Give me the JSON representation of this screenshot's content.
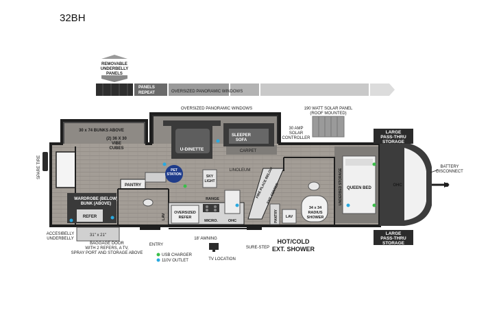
{
  "model": "32BH",
  "labels": {
    "removable_panels": [
      "REMOVABLE",
      "UNDERBELLY",
      "PANELS"
    ],
    "panels_repeat": [
      "PANELS",
      "REPEAT"
    ],
    "oversized_panoramic_windows_bar": "OVERSIZED PANORAMIC WINDOWS",
    "oversized_panoramic_windows": "OVERSIZED PANORAMIC WINDOWS",
    "solar_panel": [
      "190 WATT SOLAR PANEL",
      "(ROOF MOUNTED)"
    ],
    "solar_controller": [
      "30 AMP",
      "SOLAR",
      "CONTROLLER"
    ],
    "pass_thru_top": [
      "LARGE",
      "PASS-THRU",
      "STORAGE"
    ],
    "pass_thru_bottom": [
      "LARGE",
      "PASS-THRU",
      "STORAGE"
    ],
    "battery_disconnect": [
      "BATTERY",
      "DISCONNECT"
    ],
    "spare_tire": "SPARE TIRE",
    "bunks": "30 x 74 BUNKS ABOVE",
    "vibe_cubes": [
      "(2) 36 X 30",
      "VIBE",
      "CUBES"
    ],
    "u_dinette": "U-DINETTE",
    "sleeper_sofa": [
      "SLEEPER",
      "SOFA"
    ],
    "carpet": "CARPET",
    "linoleum": "LINOLEUM",
    "pet_station": [
      "PET",
      "STATION"
    ],
    "sky_light": [
      "SKY",
      "LIGHT"
    ],
    "pantry_left": "PANTRY",
    "pantry_right": "PANTRY",
    "wardrobe": [
      "WARDROBE (BELOW)",
      "BUNK (ABOVE)"
    ],
    "refer_left": "REFER",
    "oversized_refer": [
      "OVERSIZED",
      "REFER"
    ],
    "range": "RANGE",
    "micro": "MICRO.",
    "ohc_kitchen": "OHC",
    "ohc_bedroom": "OHC",
    "fire_place": "FIRE PLACE BELOW",
    "ent_center": "ENT. CENTER",
    "underbed_storage": "UNDERBED STORAGE",
    "queen_bed": "QUEEN BED",
    "lav_left": "LAV",
    "lav_right": "LAV",
    "shower": [
      "34 x 34",
      "RADIUS",
      "SHOWER"
    ],
    "underbelly": [
      "ACCESIBELLY",
      "UNDERBELLY"
    ],
    "baggage_door": [
      "31\" x 21\"",
      "BAGGAGE DOOR",
      "WITH 2 REFERS, A TV,",
      "SPRAY PORT AND STORAGE ABOVE"
    ],
    "entry": "ENTRY",
    "awning": "18' AWNING",
    "tv_location": "TV LOCATION",
    "sure_step": "SURE-STEP",
    "ext_shower": [
      "HOT/COLD",
      "EXT. SHOWER"
    ],
    "legend_usb": "USB CHARGER",
    "legend_110v": "110V OUTLET"
  },
  "colors": {
    "usb_charger": "#3bbf4a",
    "outlet_110v": "#29a9e0",
    "wall": "#1e1e1e",
    "floor_wood": "#a09a93",
    "carpet": "#7d7a76",
    "dark_furniture": "#3a3a3a"
  },
  "icons": [
    "battery-icon",
    "tv-icon",
    "hitch-icon",
    "spare-tire-icon",
    "pet-station-icon"
  ]
}
